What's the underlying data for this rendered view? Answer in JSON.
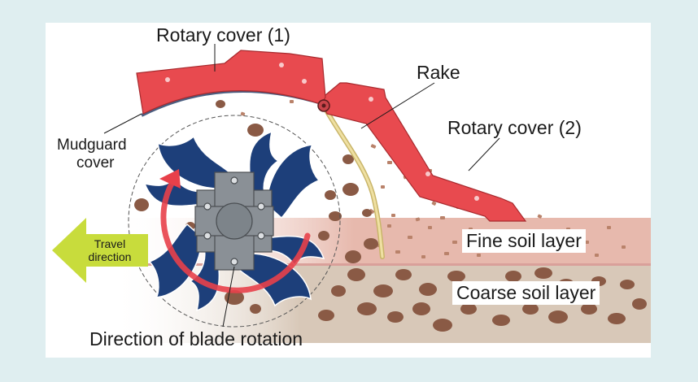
{
  "labels": {
    "rotary_cover_1": "Rotary cover (1)",
    "rake": "Rake",
    "rotary_cover_2": "Rotary cover (2)",
    "mudguard_cover_line1": "Mudguard",
    "mudguard_cover_line2": "cover",
    "travel_direction_line1": "Travel",
    "travel_direction_line2": "direction",
    "fine_soil_layer": "Fine soil layer",
    "coarse_soil_layer": "Coarse soil layer",
    "blade_rotation": "Direction of blade rotation"
  },
  "colors": {
    "background": "#dfeef0",
    "cover_red": "#e84a4f",
    "blade_navy": "#1d3f7a",
    "rotation_arrow": "#e8404a",
    "hub_gray": "#8a9096",
    "rake_yellow": "#e7d58c",
    "fine_soil": "#e7b9ad",
    "coarse_soil": "#d8c8b8",
    "soil_clod": "#8a5a45",
    "travel_arrow": "#c8dc3c"
  }
}
